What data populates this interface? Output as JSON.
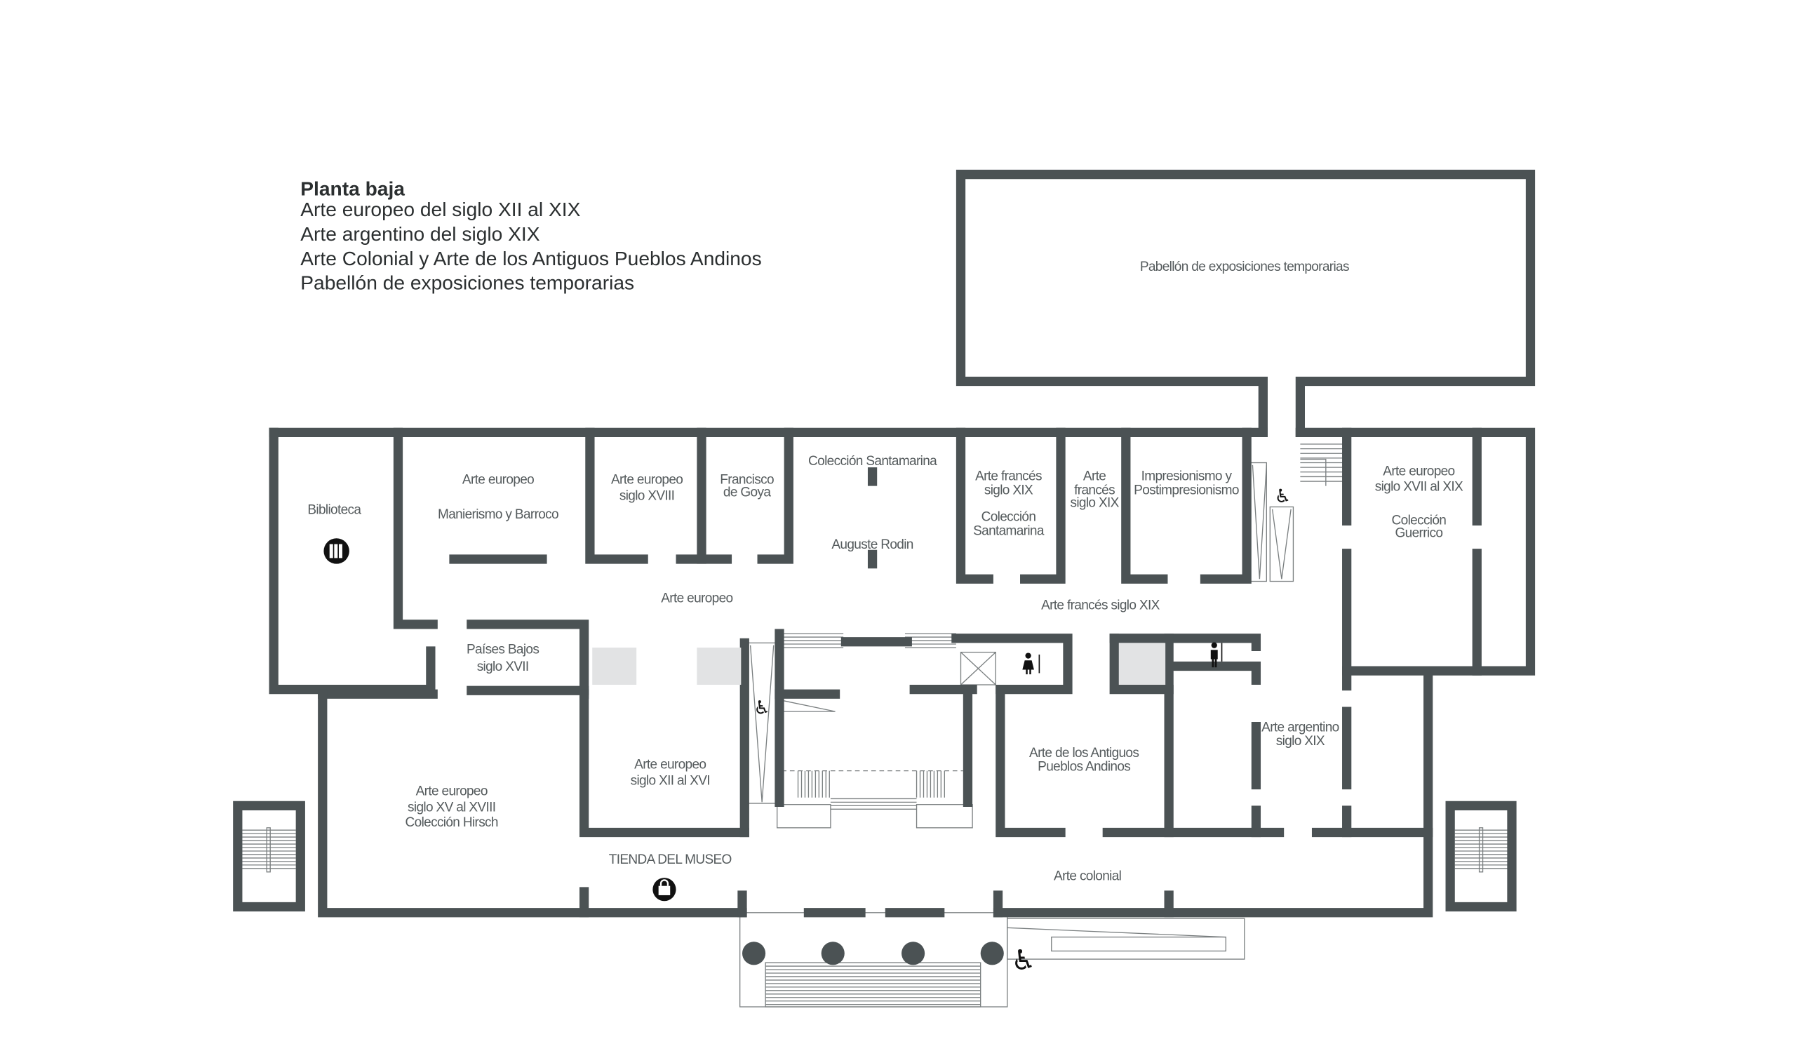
{
  "header": {
    "title": "Planta baja",
    "lines": [
      "Arte europeo del siglo XII al XIX",
      "Arte argentino del siglo XIX",
      "Arte Colonial y Arte de los Antiguos Pueblos Andinos",
      "Pabellón de exposiciones temporarias"
    ]
  },
  "rooms": {
    "pabellon": "Pabellón de exposiciones temporarias",
    "biblioteca": "Biblioteca",
    "manierismo_1": "Arte europeo",
    "manierismo_2": "Manierismo y Barroco",
    "xviii_1": "Arte europeo",
    "xviii_2": "siglo XVIII",
    "goya_1": "Francisco",
    "goya_2": "de Goya",
    "santamarina": "Colección Santamarina",
    "rodin": "Auguste Rodin",
    "frances1_1": "Arte francés",
    "frances1_2": "siglo XIX",
    "frances1_3": "Colección",
    "frances1_4": "Santamarina",
    "frances2_1": "Arte",
    "frances2_2": "francés",
    "frances2_3": "siglo XIX",
    "impresionismo_1": "Impresionismo y",
    "impresionismo_2": "Postimpresionismo",
    "guerrico_1": "Arte europeo",
    "guerrico_2": "siglo XVII al XIX",
    "guerrico_3": "Colección",
    "guerrico_4": "Guerrico",
    "arte_europeo_hall": "Arte europeo",
    "arte_frances_hall": "Arte francés siglo XIX",
    "paises_1": "Países Bajos",
    "paises_2": "siglo XVII",
    "hirsch_1": "Arte europeo",
    "hirsch_2": "siglo XV al XVIII",
    "hirsch_3": "Colección Hirsch",
    "xii_1": "Arte europeo",
    "xii_2": "siglo XII al XVI",
    "tienda": "TIENDA DEL MUSEO",
    "andinos_1": "Arte de los Antiguos",
    "andinos_2": "Pueblos Andinos",
    "argentino_1": "Arte argentino",
    "argentino_2": "siglo XIX",
    "colonial": "Arte colonial"
  },
  "colors": {
    "wall": "#4b5254",
    "gray_box": "#e2e3e4",
    "text": "#555b5d"
  }
}
